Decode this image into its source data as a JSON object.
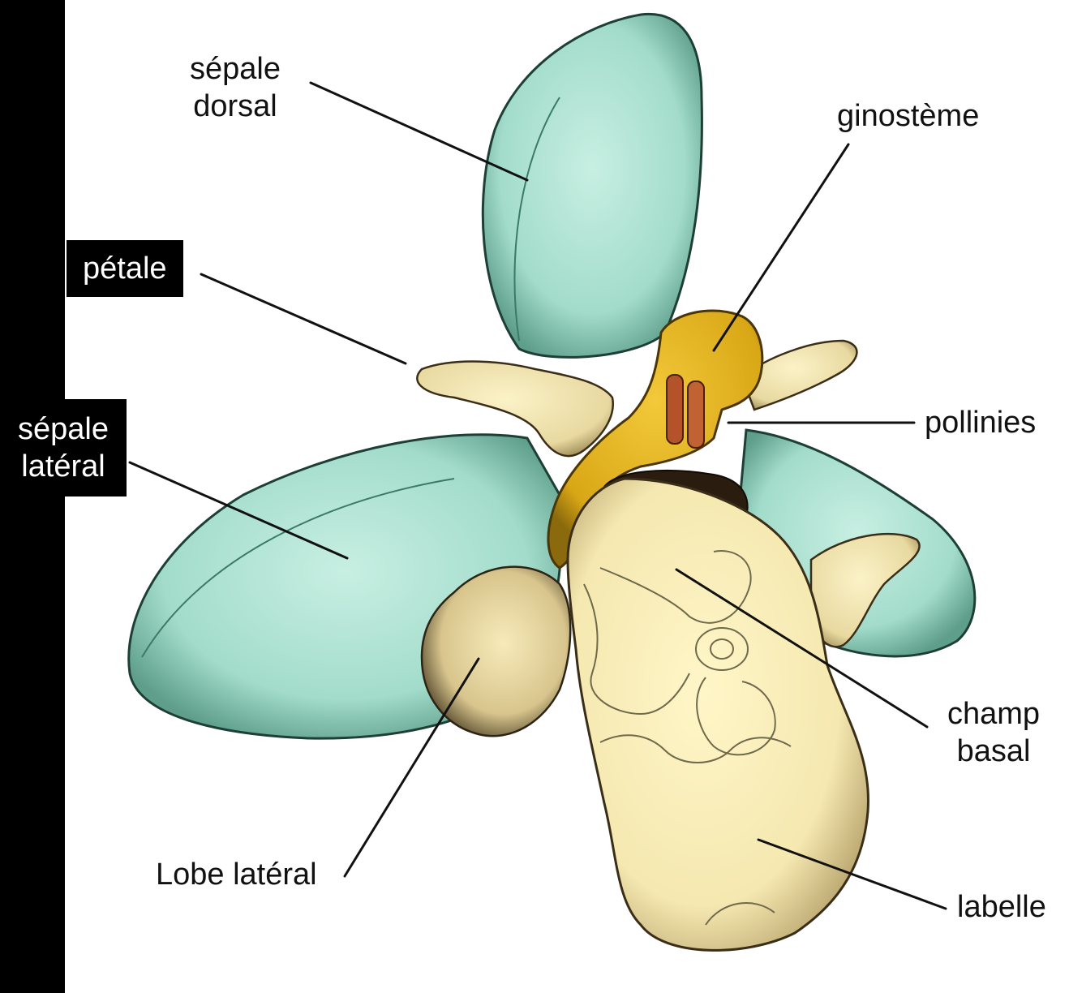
{
  "labels": {
    "sepale_dorsal": "sépale\ndorsal",
    "ginosteme": "ginostème",
    "petale": "pétale",
    "sepale_lateral": "sépale\nlatéral",
    "pollinies": "pollinies",
    "champ_basal": "champ\nbasal",
    "lobe_lateral": "Lobe latéral",
    "labelle": "labelle"
  },
  "colors": {
    "sepal": "#a8e0cf",
    "sepal_stipple": "#2e6b5a",
    "petal": "#efe3b0",
    "labellum": "#f8eeb8",
    "column": "#e3b21c",
    "cavity": "#2a1d10",
    "pollinia": "#b0512a",
    "background": "#ffffff",
    "side_bar": "#000000"
  }
}
